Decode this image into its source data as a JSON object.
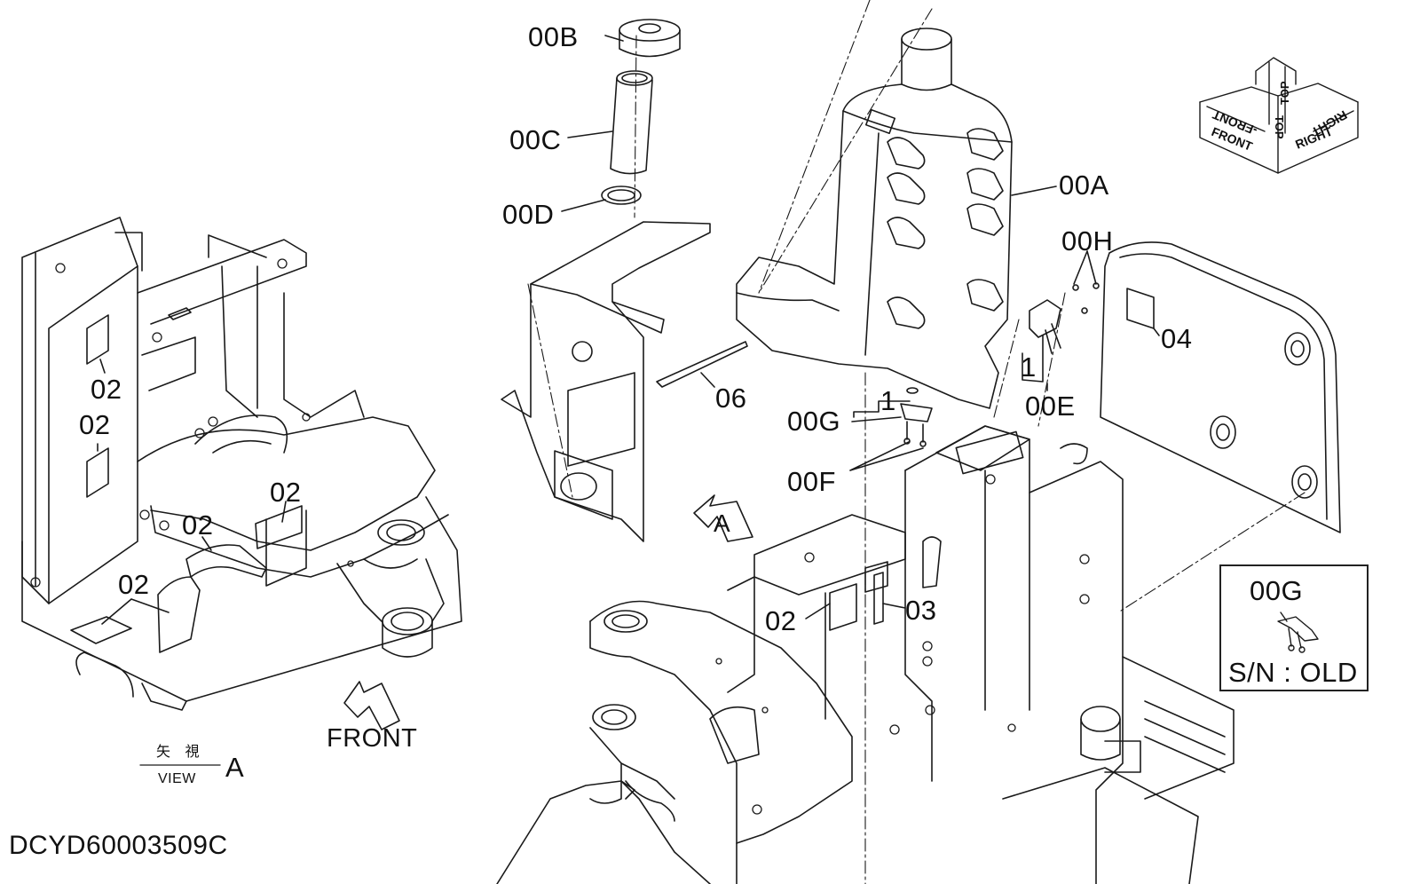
{
  "drawing_id": "DCYD60003509C",
  "labels": {
    "00B": "00B",
    "00C": "00C",
    "00D": "00D",
    "00A": "00A",
    "00H": "00H",
    "04": "04",
    "06": "06",
    "1a": "1",
    "1b": "1",
    "00G": "00G",
    "00E": "00E",
    "00F": "00F",
    "A": "A",
    "02a": "02",
    "02b": "02",
    "02c": "02",
    "02d": "02",
    "02e": "02",
    "02f": "02",
    "03": "03",
    "front": "FRONT"
  },
  "view_box": {
    "jp": "矢 視",
    "view": "VIEW",
    "letter": "A"
  },
  "inset": {
    "part": "00G",
    "sn": "S/N : OLD"
  },
  "direction_cube": {
    "front": "FRONT",
    "top": "TOP",
    "right": "RIGHT",
    "front_rev": "-FRONT",
    "top_rev": "TOP",
    "right_rev": "RIGHT"
  }
}
